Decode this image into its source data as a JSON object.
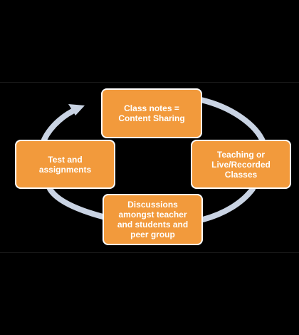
{
  "diagram": {
    "colors": {
      "background": "#000000",
      "node_fill": "#f29a3c",
      "node_border": "#ffffff",
      "node_text": "#ffffff",
      "ring": "#c9d3e3"
    },
    "nodes": [
      {
        "id": "class-notes",
        "label": "Class notes =\nContent Sharing"
      },
      {
        "id": "teaching",
        "label": "Teaching or\nLive/Recorded\nClasses"
      },
      {
        "id": "discussions",
        "label": "Discussions\namongst teacher\nand students and\npeer group"
      },
      {
        "id": "test",
        "label": "Test and\nassignments"
      }
    ],
    "edges": [
      {
        "from": "class-notes",
        "to": "teaching"
      },
      {
        "from": "teaching",
        "to": "discussions"
      },
      {
        "from": "discussions",
        "to": "test"
      },
      {
        "from": "test",
        "to": "class-notes"
      }
    ]
  }
}
